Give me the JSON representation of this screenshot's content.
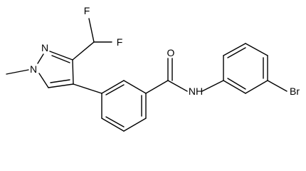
{
  "molecule": {
    "atoms": {
      "F1": "F",
      "F2": "F",
      "N1": "N",
      "N2": "N",
      "O": "O",
      "NH": "NH",
      "Br": "Br"
    }
  },
  "colors": {
    "ink": "#000000",
    "background": "#ffffff"
  }
}
